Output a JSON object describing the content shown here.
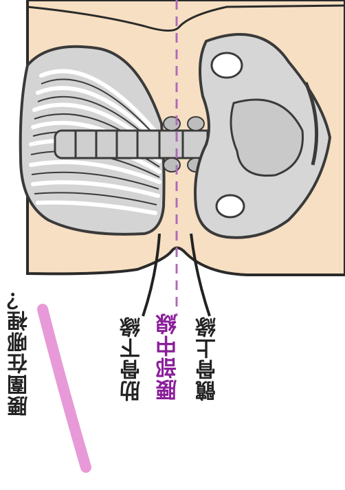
{
  "labels": {
    "rib_lower_edge": "肋骨下緣",
    "waist_midline": "腰部中線",
    "hip_upper_edge": "髖骨上緣",
    "question": "腰圍在哪裡？"
  },
  "colors": {
    "skin": "#f6dfc2",
    "bone_fill": "#d6d6d6",
    "bone_outline": "#3a3a3a",
    "waist_line": "#b06ab8",
    "waist_text": "#8a1f9a",
    "highlight": "#e79ad7"
  }
}
